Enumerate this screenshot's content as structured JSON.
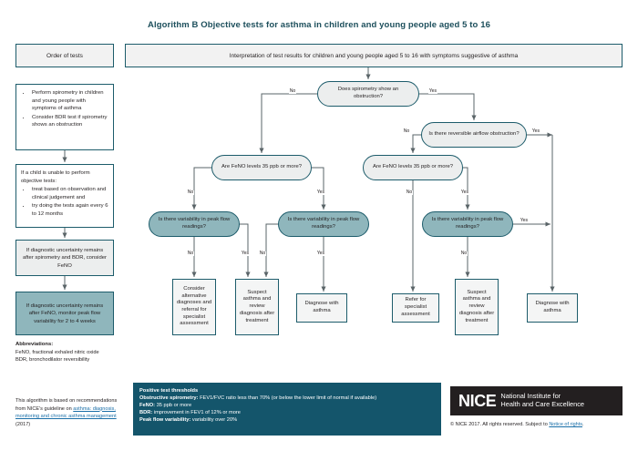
{
  "title": "Algorithm B Objective tests for asthma in children and young people aged 5 to 16",
  "headers": {
    "order_of_tests": "Order of tests",
    "interpretation": "Interpretation of test results for children and young people aged 5 to 16 with symptoms suggestive of asthma"
  },
  "order_steps": [
    {
      "id": "step-spirometry",
      "style": "plain",
      "bullets": [
        "Perform spirometry in children and young people with symptoms of asthma",
        "Consider BDR test if spirometry shows an obstruction"
      ]
    },
    {
      "id": "step-unable",
      "style": "plain",
      "lead": "If a child is unable to perform objective tests:",
      "bullets": [
        "treat based on observation and clinical judgement and",
        "try doing the tests again every 6 to 12 months"
      ]
    },
    {
      "id": "step-feno",
      "style": "grey",
      "text": "If diagnostic uncertainty remains after spirometry and BDR, consider FeNO"
    },
    {
      "id": "step-peakflow",
      "style": "teal",
      "text": "If diagnostic uncertainty remains after FeNO, monitor peak flow variability for 2 to 4 weeks"
    }
  ],
  "abbreviations": {
    "heading": "Abbreviations:",
    "lines": [
      "FeNO, fractional exhaled nitric oxide",
      "BDR, bronchodilator reversibility"
    ]
  },
  "source_note": {
    "prefix": "This algorithm is based on recommendations from NICE's guideline on ",
    "link": "asthma: diagnosis, monitoring and chronic asthma management",
    "suffix": " (2017)"
  },
  "flow": {
    "decisions": [
      {
        "id": "spirometry-obstruction",
        "text": "Does spirometry show an obstruction?",
        "fill": "grey"
      },
      {
        "id": "reversible-airflow",
        "text": "Is there reversible airflow obstruction?",
        "fill": "grey"
      },
      {
        "id": "feno-left",
        "text": "Are FeNO levels 35 ppb or more?",
        "fill": "grey"
      },
      {
        "id": "feno-right",
        "text": "Are FeNO levels 35 ppb or more?",
        "fill": "grey"
      },
      {
        "id": "variability-1",
        "text": "Is there variability in peak flow readings?",
        "fill": "teal"
      },
      {
        "id": "variability-2",
        "text": "Is there variability in peak flow readings?",
        "fill": "teal"
      },
      {
        "id": "variability-3",
        "text": "Is there variability in peak flow readings?",
        "fill": "teal"
      }
    ],
    "outcomes": [
      {
        "id": "consider-alternative",
        "text": "Consider alternative diagnoses and referral for specialist assessment"
      },
      {
        "id": "suspect-asthma-1",
        "text": "Suspect asthma and review diagnosis after treatment"
      },
      {
        "id": "diagnose-asthma-1",
        "text": "Diagnose with asthma"
      },
      {
        "id": "refer-specialist",
        "text": "Refer for specialist assessment"
      },
      {
        "id": "suspect-asthma-2",
        "text": "Suspect asthma and review diagnosis after treatment"
      },
      {
        "id": "diagnose-asthma-2",
        "text": "Diagnose with asthma"
      }
    ],
    "edge_labels": {
      "spiro_no": "No",
      "spiro_yes": "Yes",
      "rev_no": "No",
      "rev_yes": "Yes",
      "fenol_no": "No",
      "fenol_yes": "Yes",
      "fenor_no": "No",
      "fenor_yes": "Yes",
      "var1_no": "No",
      "var1_yes": "Yes",
      "var2_no": "No",
      "var2_yes": "Yes",
      "var3_no": "No",
      "var3_yes": "Yes"
    }
  },
  "thresholds": {
    "heading": "Positive test thresholds",
    "items": [
      {
        "label": "Obstructive spirometry:",
        "value": " FEV1/FVC ratio less than 70% (or below the lower limit of normal if available)"
      },
      {
        "label": "FeNO:",
        "value": " 35 ppb or more"
      },
      {
        "label": "BDR:",
        "value": " improvement in FEV1 of 12% or more"
      },
      {
        "label": "Peak flow variability:",
        "value": " variability over 20%"
      }
    ]
  },
  "logo": {
    "word": "NICE",
    "line1": "National Institute for",
    "line2": "Health and Care Excellence"
  },
  "copyright": {
    "prefix": "© NICE 2017. All rights reserved. Subject to ",
    "link": "Notice of rights",
    "suffix": "."
  },
  "colors": {
    "teal_border": "#1d5c6b",
    "teal_fill": "#8fb6bc",
    "grey_fill": "#eceeee",
    "panel_blue": "#14556b",
    "link_blue": "#1a6fa8"
  }
}
